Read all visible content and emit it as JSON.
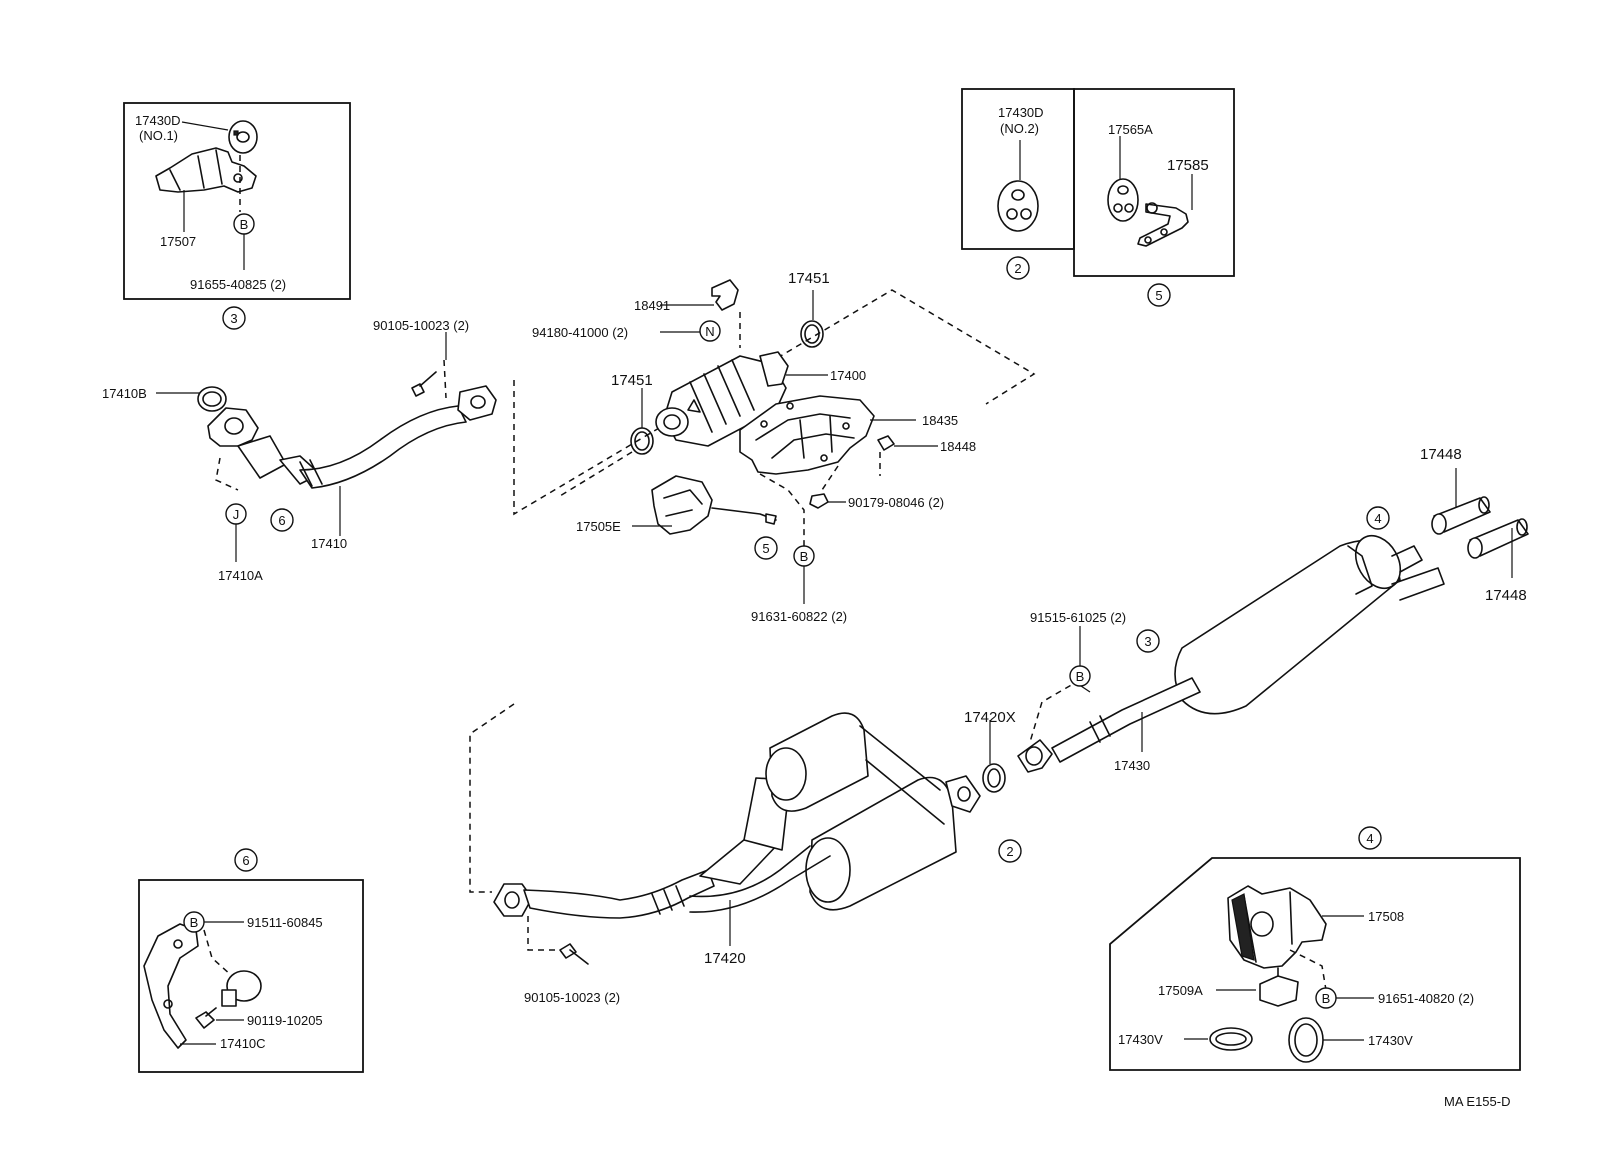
{
  "diagram": {
    "labels": {
      "p17430d_no1": "17430D",
      "p17430d_no1_sub": "(NO.1)",
      "p17507": "17507",
      "p91655": "91655-40825 (2)",
      "p17430d_no2": "17430D",
      "p17430d_no2_sub": "(NO.2)",
      "p17565a": "17565A",
      "p17585": "17585",
      "p90105_top": "90105-10023 (2)",
      "p17410b": "17410B",
      "p17410": "17410",
      "p17410a": "17410A",
      "p18491": "18491",
      "p94180": "94180-41000 (2)",
      "p17451_a": "17451",
      "p17451_b": "17451",
      "p17400": "17400",
      "p18435": "18435",
      "p18448": "18448",
      "p90179": "90179-08046 (2)",
      "p17505e": "17505E",
      "p91631": "91631-60822 (2)",
      "p17448_a": "17448",
      "p17448_b": "17448",
      "p91515": "91515-61025 (2)",
      "p17420x": "17420X",
      "p17430": "17430",
      "p17420": "17420",
      "p90105_bottom": "90105-10023 (2)",
      "p91511": "91511-60845",
      "p90119": "90119-10205",
      "p17410c": "17410C",
      "p17508": "17508",
      "p17509a": "17509A",
      "p91651": "91651-40820 (2)",
      "p17430v_a": "17430V",
      "p17430v_b": "17430V",
      "footer_code": "MA  E155-D"
    },
    "callouts": {
      "c3_box": "3",
      "c2_box": "2",
      "c5_box": "5",
      "c6_pipe": "6",
      "c5_main": "5",
      "c4_main": "4",
      "c3_main": "3",
      "c2_main": "2",
      "c6_box": "6",
      "c4_box": "4",
      "b_box3": "B",
      "n_18491": "N",
      "b_91631": "B",
      "b_91515": "B",
      "b_91511": "B",
      "b_91651": "B",
      "j_17410a": "J"
    }
  }
}
